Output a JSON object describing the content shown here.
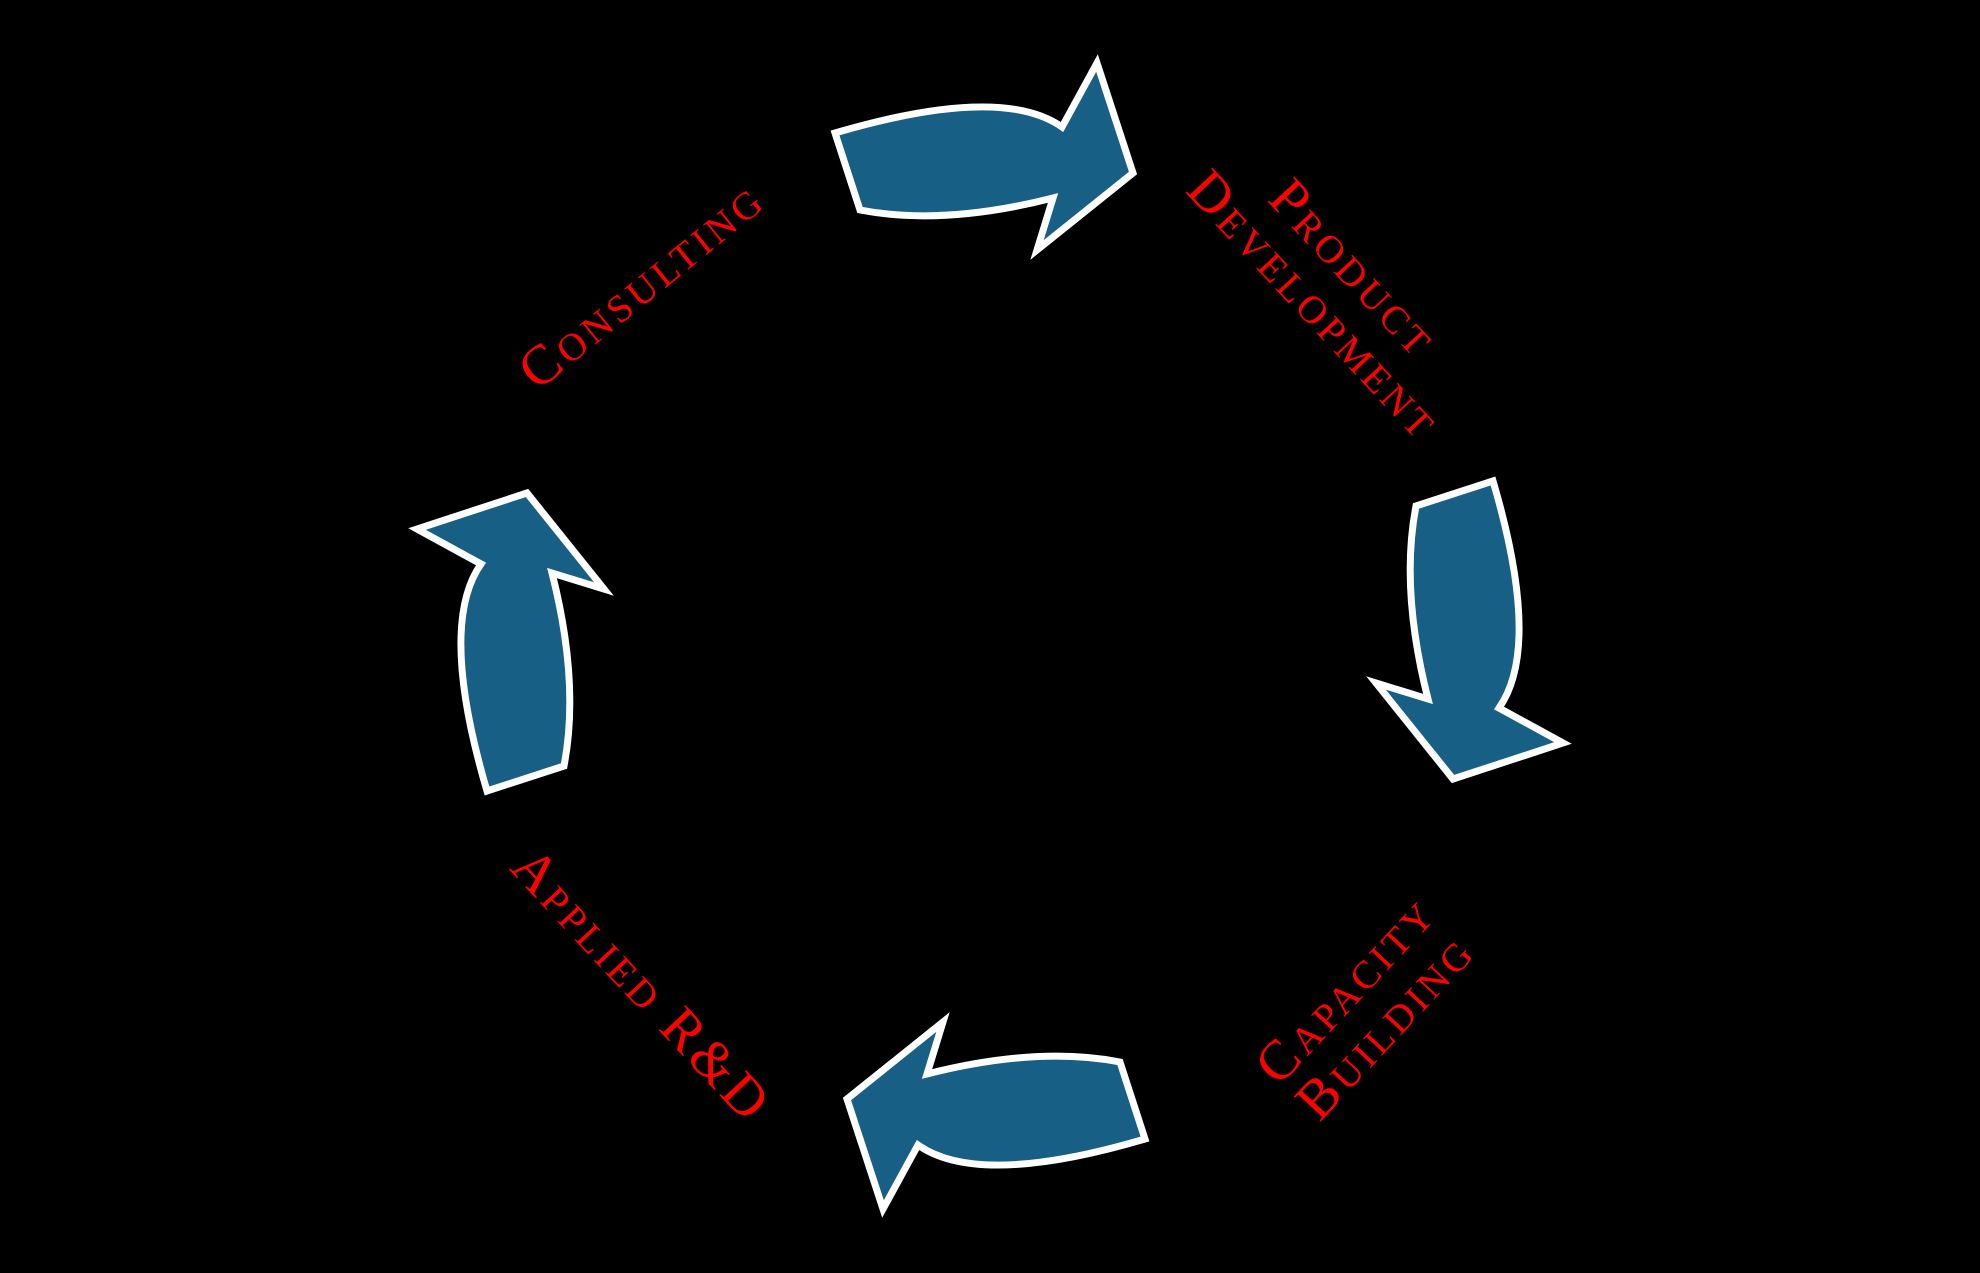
{
  "cycle": {
    "type": "process-cycle-diagram",
    "direction": "clockwise",
    "colors": {
      "background": "#000000",
      "arrow_fill": "#175F85",
      "arrow_outline": "#FFFFFF",
      "label_text": "#FF0000"
    },
    "labels": {
      "consulting": {
        "text": "Consulting"
      },
      "product_development": {
        "line1": "Product",
        "line2": "Development"
      },
      "capacity_building": {
        "line1": "Capacity",
        "line2": "Building"
      },
      "applied_rd": {
        "text": "Applied R&D"
      }
    },
    "arrows": [
      {
        "name": "consulting-to-product-development",
        "position": "top",
        "points": "right"
      },
      {
        "name": "product-development-to-capacity-building",
        "position": "right",
        "points": "down"
      },
      {
        "name": "capacity-building-to-applied-rd",
        "position": "bottom",
        "points": "left"
      },
      {
        "name": "applied-rd-to-consulting",
        "position": "left",
        "points": "up"
      }
    ]
  }
}
